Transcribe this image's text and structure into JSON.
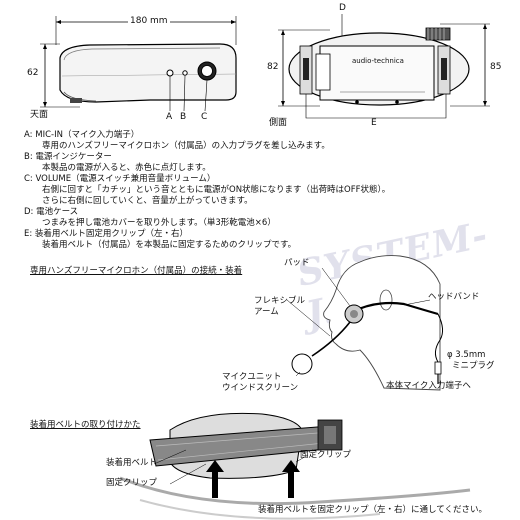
{
  "top_view": {
    "dim_width": "180 mm",
    "dim_height": "62",
    "label_top_face": "天面",
    "callouts": [
      "A",
      "B",
      "C"
    ]
  },
  "side_view": {
    "callout_d": "D",
    "callout_e": "E",
    "dim_left": "82",
    "dim_right": "85",
    "label_side": "側面",
    "brand": "audio-technica"
  },
  "legend": [
    {
      "key": "A",
      "title": "A: MIC-IN（マイク入力端子）",
      "lines": [
        "専用のハンズフリーマイクロホン（付属品）の入力プラグを差し込みます。"
      ]
    },
    {
      "key": "B",
      "title": "B: 電源インジケーター",
      "lines": [
        "本製品の電源が入ると、赤色に点灯します。"
      ]
    },
    {
      "key": "C",
      "title": "C: VOLUME（電源スイッチ兼用音量ボリューム）",
      "lines": [
        "右側に回すと「カチッ」という音とともに電源がON状態になります（出荷時はOFF状態）。",
        "さらに右側に回していくと、音量が上がっていきます。"
      ]
    },
    {
      "key": "D",
      "title": "D: 電池ケース",
      "lines": [
        "つまみを押し電池カバーを取り外します。（単3形乾電池×6）"
      ]
    },
    {
      "key": "E",
      "title": "E: 装着用ベルト固定用クリップ（左・右）",
      "lines": [
        "装着用ベルト（付属品）を本製品に固定するためのクリップです。"
      ]
    }
  ],
  "mic_section": {
    "heading": "専用ハンズフリーマイクロホン（付属品）の接続・装着",
    "pad": "パッド",
    "headband": "ヘッドバンド",
    "flex_arm_1": "フレキシブル",
    "flex_arm_2": "アーム",
    "mic_unit_1": "マイクユニット",
    "mic_unit_2": "ウインドスクリーン",
    "plug_1": "φ 3.5mm",
    "plug_2": "ミニプラグ",
    "to_input": "本体マイク入力端子へ"
  },
  "belt_section": {
    "heading": "装着用ベルトの取り付けかた",
    "belt": "装着用ベルト",
    "clip_left": "固定クリップ",
    "clip_right": "固定クリップ",
    "footer": "装着用ベルトを固定クリップ（左・右）に通してください。"
  },
  "watermark": "SYSTEM-J.jp"
}
